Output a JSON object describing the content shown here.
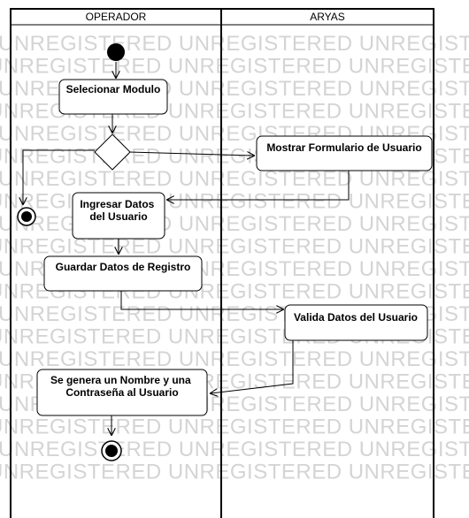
{
  "swimlanes": [
    {
      "id": "operador",
      "title": "OPERADOR"
    },
    {
      "id": "aryas",
      "title": "ARYAS"
    }
  ],
  "watermark": "UNREGISTERED",
  "nodes": [
    {
      "id": "start",
      "kind": "initial"
    },
    {
      "id": "seleccionar",
      "kind": "action",
      "lines": [
        "Selecionar Modulo"
      ]
    },
    {
      "id": "decision",
      "kind": "decision"
    },
    {
      "id": "mostrar",
      "kind": "action",
      "lines": [
        "Mostrar Formulario de Usuario"
      ]
    },
    {
      "id": "end1",
      "kind": "final"
    },
    {
      "id": "ingresar",
      "kind": "action",
      "lines": [
        "Ingresar Datos",
        "del Usuario"
      ]
    },
    {
      "id": "guardar",
      "kind": "action",
      "lines": [
        "Guardar Datos de Registro"
      ]
    },
    {
      "id": "valida",
      "kind": "action",
      "lines": [
        "Valida Datos del Usuario"
      ]
    },
    {
      "id": "genera",
      "kind": "action",
      "lines": [
        "Se genera un Nombre y una",
        "Contraseña al Usuario"
      ]
    },
    {
      "id": "end2",
      "kind": "final"
    }
  ],
  "flows": [
    {
      "from": "start",
      "to": "seleccionar"
    },
    {
      "from": "seleccionar",
      "to": "decision"
    },
    {
      "from": "decision",
      "to": "mostrar"
    },
    {
      "from": "decision",
      "to": "end1"
    },
    {
      "from": "mostrar",
      "to": "ingresar"
    },
    {
      "from": "ingresar",
      "to": "guardar"
    },
    {
      "from": "guardar",
      "to": "valida"
    },
    {
      "from": "valida",
      "to": "genera"
    },
    {
      "from": "genera",
      "to": "end2"
    }
  ]
}
